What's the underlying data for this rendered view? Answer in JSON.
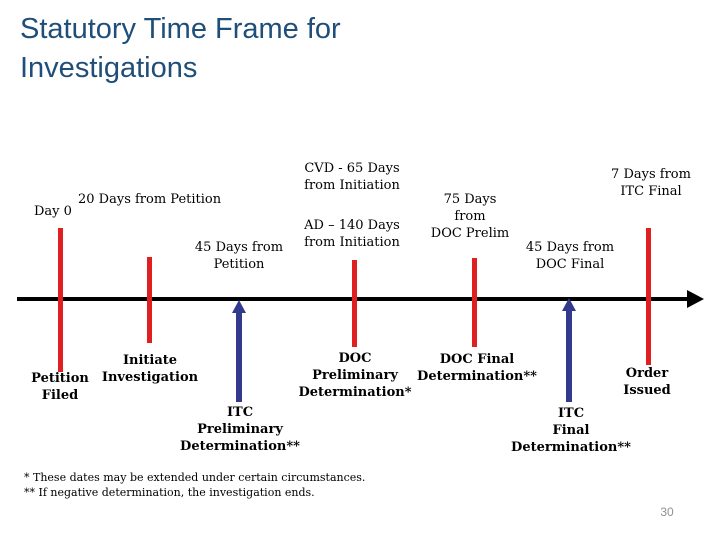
{
  "colors": {
    "title_blue": "#1F4E79",
    "marker_red": "#E02020",
    "arrow_blue": "#333A8E",
    "axis_black": "#000000",
    "page_number_gray": "#909090"
  },
  "header": {
    "title": "Statutory Time Frame for Investigations"
  },
  "timeline": {
    "above_labels": {
      "day0": "Day 0",
      "petition20": "20 Days from Petition",
      "petition45": "45 Days from\nPetition",
      "cvd65": "CVD - 65 Days\nfrom Initiation",
      "ad140": "AD – 140 Days\nfrom Initiation",
      "docprelim75": "75 Days\nfrom\nDOC Prelim",
      "docfinal45": "45 Days from\nDOC Final",
      "itcfinal7": "7 Days from\nITC Final"
    },
    "below_labels": {
      "petition_filed": "Petition\nFiled",
      "initiate_investigation": "Initiate\nInvestigation",
      "itc_preliminary": "ITC\nPreliminary\nDetermination**",
      "doc_preliminary": "DOC\nPreliminary\nDetermination*",
      "doc_final": "DOC Final\nDetermination**",
      "itc_final": "ITC\nFinal\nDetermination**",
      "order_issued": "Order\nIssued"
    }
  },
  "footnotes": {
    "first": "* These dates may be extended under certain circumstances.",
    "second": "** If negative determination, the investigation ends."
  },
  "page_number": "30"
}
